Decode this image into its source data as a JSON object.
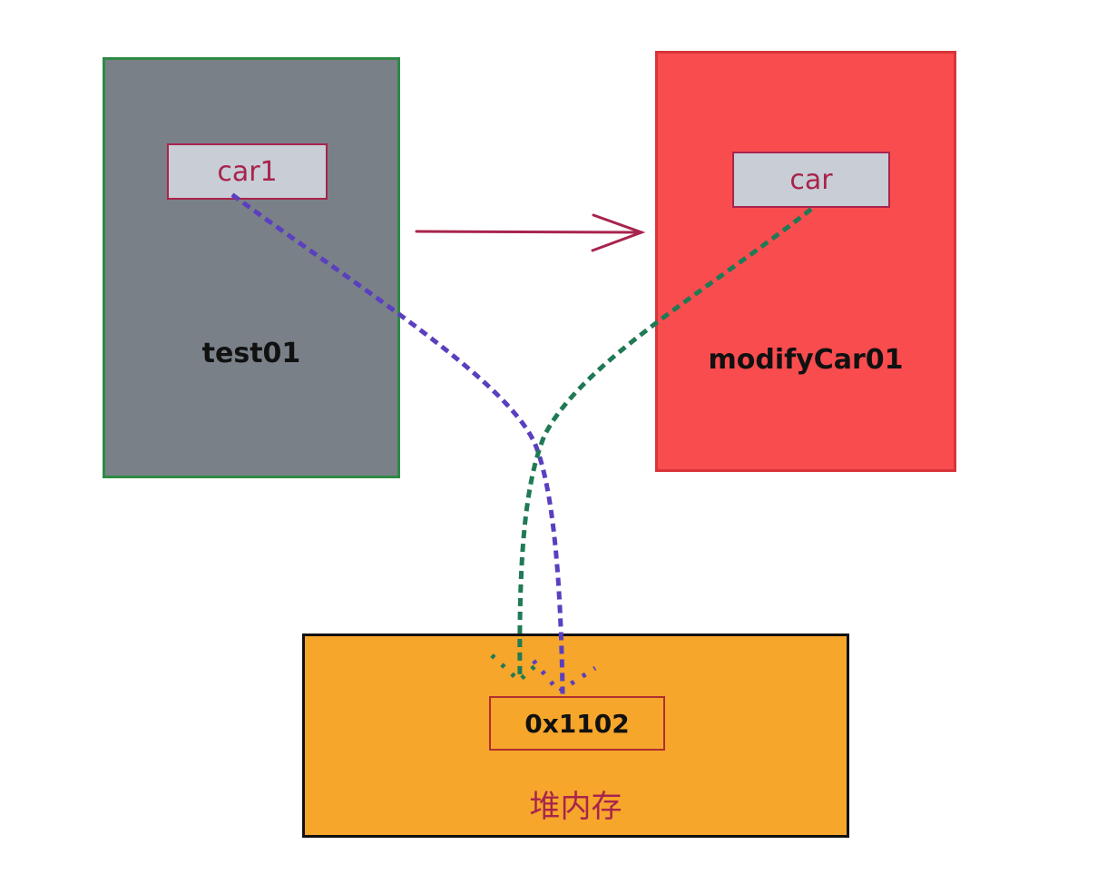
{
  "diagram": {
    "style": "hand-drawn",
    "stack_frames": [
      {
        "name": "test01",
        "fill": "#7a8088",
        "stroke": "#2f8a46",
        "variable": "car1"
      },
      {
        "name": "modifyCar01",
        "fill": "#f94c4f",
        "stroke": "#d8343a",
        "variable": "car"
      }
    ],
    "heap": {
      "label": "堆内存",
      "fill": "#f5a62b",
      "stroke": "#111111",
      "address": "0x1102"
    },
    "edges": [
      {
        "from": "test01",
        "to": "modifyCar01",
        "style": "solid-arrow",
        "color": "#a8244c"
      },
      {
        "from": "car1",
        "to": "0x1102",
        "style": "dotted",
        "color": "#5a3fbf"
      },
      {
        "from": "car",
        "to": "0x1102",
        "style": "dotted",
        "color": "#1f7a55"
      }
    ]
  }
}
